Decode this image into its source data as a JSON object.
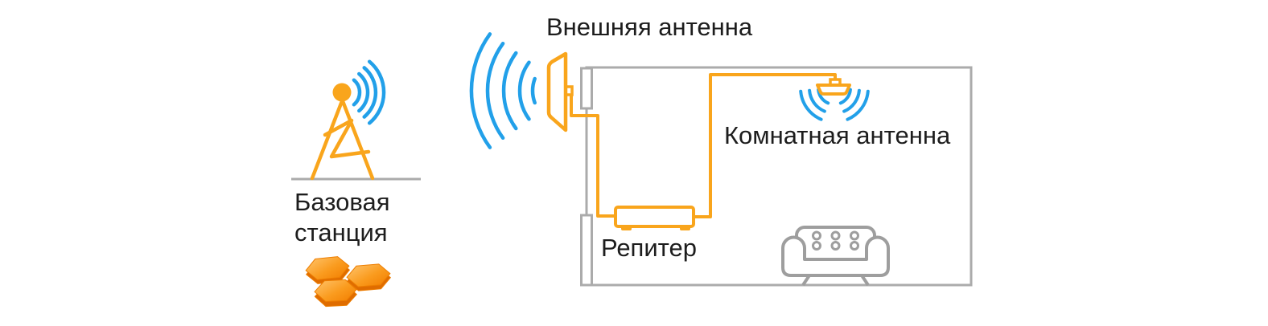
{
  "diagram": {
    "description": "Cellular signal repeater setup scheme",
    "labels": {
      "base_station": {
        "line1": "Базовая",
        "line2": "станция"
      },
      "external_antenna": "Внешняя антенна",
      "repeater": "Репитер",
      "indoor_antenna": "Комнатная антенна"
    },
    "colors": {
      "orange": "#F9A51C",
      "hex_logo_light": "#FFBE5C",
      "hex_logo_dark": "#F27E00",
      "hex_logo_side": "#DF6C00",
      "signal_blue": "#22A0E9",
      "wall_gray": "#ABABAB",
      "sofa_gray": "#9E9E9E",
      "text": "#1D1D1D",
      "background": "#FFFFFF"
    }
  }
}
